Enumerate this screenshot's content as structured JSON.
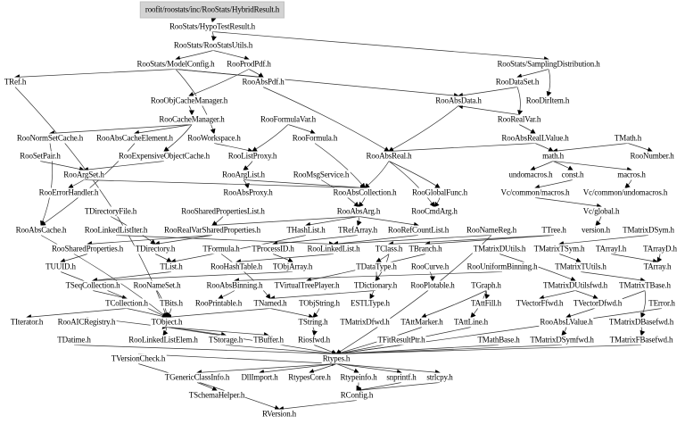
{
  "nodes": [
    "roofit/roostats/inc/RooStats/HybridResult.h",
    "RooStats/HypoTestResult.h",
    "RooStats/RooStatsUtils.h",
    "RooStats/ModelConfig.h",
    "RooProdPdf.h",
    "RooStats/SamplingDistribution.h",
    "TRef.h",
    "RooAbsPdf.h",
    "RooDataSet.h",
    "RooObjCacheManager.h",
    "RooAbsData.h",
    "RooDirItem.h",
    "RooCacheManager.h",
    "RooFormulaVar.h",
    "RooRealVar.h",
    "RooNormSetCache.h",
    "RooAbsCacheElement.h",
    "RooWorkspace.h",
    "RooFormula.h",
    "RooAbsRealLValue.h",
    "TMath.h",
    "RooSetPair.h",
    "RooExpensiveObjectCache.h",
    "RooListProxy.h",
    "RooAbsReal.h",
    "math.h",
    "RooNumber.h",
    "RooArgSet.h",
    "RooArgList.h",
    "RooMsgService.h",
    "undomacros.h",
    "const.h",
    "macros.h",
    "RooErrorHandler.h",
    "RooAbsProxy.h",
    "RooAbsCollection.h",
    "RooGlobalFunc.h",
    "Vc/common/macros.h",
    "Vc/common/undomacros.h",
    "TDirectoryFile.h",
    "RooSharedPropertiesList.h",
    "RooAbsArg.h",
    "RooCmdArg.h",
    "Vc/global.h",
    "RooAbsCache.h",
    "RooLinkedListIter.h",
    "RooRealVarSharedProperties.h",
    "THashList.h",
    "TRefArray.h",
    "RooRefCountList.h",
    "RooNameReg.h",
    "TTree.h",
    "version.h",
    "TMatrixDSym.h",
    "RooSharedProperties.h",
    "TDirectory.h",
    "TFormula.h",
    "TProcessID.h",
    "RooLinkedList.h",
    "TClass.h",
    "TBranch.h",
    "TMatrixDUtils.h",
    "TMatrixTSym.h",
    "TArrayI.h",
    "TArrayD.h",
    "TUUID.h",
    "TList.h",
    "RooHashTable.h",
    "TObjArray.h",
    "TDataType.h",
    "RooCurve.h",
    "RooUniformBinning.h",
    "TMatrixTUtils.h",
    "TArray.h",
    "TSeqCollection.h",
    "RooNameSet.h",
    "RooAbsBinning.h",
    "TVirtualTreePlayer.h",
    "TDictionary.h",
    "RooPlotable.h",
    "TGraph.h",
    "TMatrixDUtilsfwd.h",
    "TMatrixTBase.h",
    "TCollection.h",
    "TBits.h",
    "RooPrintable.h",
    "TNamed.h",
    "TObjString.h",
    "ESTLType.h",
    "TAttFill.h",
    "TVectorFfwd.h",
    "TVectorDfwd.h",
    "TError.h",
    "TIterator.h",
    "RooAICRegistry.h",
    "TObject.h",
    "TString.h",
    "TMatrixDfwd.h",
    "TAttMarker.h",
    "TAttLine.h",
    "RooAbsLValue.h",
    "TMatrixDBasefwd.h",
    "TDatime.h",
    "RooLinkedListElem.h",
    "TStorage.h",
    "TBuffer.h",
    "Riosfwd.h",
    "TFitResultPtr.h",
    "TMathBase.h",
    "TMatrixDSymfwd.h",
    "TMatrixFBasefwd.h",
    "TVersionCheck.h",
    "Rtypes.h",
    "TGenericClassInfo.h",
    "DllImport.h",
    "RtypesCore.h",
    "Rtypeinfo.h",
    "snprintf.h",
    "strlcpy.h",
    "TSchemaHelper.h",
    "RConfig.h",
    "RVersion.h"
  ],
  "edges": [
    [
      0,
      1
    ],
    [
      1,
      2
    ],
    [
      1,
      5
    ],
    [
      2,
      3
    ],
    [
      2,
      4
    ],
    [
      3,
      7
    ],
    [
      3,
      6
    ],
    [
      3,
      17
    ],
    [
      3,
      10
    ],
    [
      4,
      9
    ],
    [
      4,
      7
    ],
    [
      7,
      24
    ],
    [
      9,
      12
    ],
    [
      12,
      15
    ],
    [
      12,
      16
    ],
    [
      12,
      22
    ],
    [
      13,
      18
    ],
    [
      13,
      23
    ],
    [
      5,
      8
    ],
    [
      5,
      11
    ],
    [
      8,
      10
    ],
    [
      8,
      14
    ],
    [
      10,
      24
    ],
    [
      14,
      19
    ],
    [
      19,
      24
    ],
    [
      19,
      25
    ],
    [
      20,
      25
    ],
    [
      20,
      26
    ],
    [
      25,
      30
    ],
    [
      25,
      31
    ],
    [
      25,
      32
    ],
    [
      31,
      37
    ],
    [
      32,
      38
    ],
    [
      37,
      43
    ],
    [
      43,
      52
    ],
    [
      24,
      35
    ],
    [
      24,
      36
    ],
    [
      24,
      42
    ],
    [
      17,
      23
    ],
    [
      23,
      28
    ],
    [
      28,
      34
    ],
    [
      28,
      35
    ],
    [
      22,
      27
    ],
    [
      27,
      35
    ],
    [
      27,
      33
    ],
    [
      35,
      41
    ],
    [
      36,
      42
    ],
    [
      41,
      46
    ],
    [
      41,
      48
    ],
    [
      41,
      49
    ],
    [
      41,
      47
    ],
    [
      45,
      58
    ],
    [
      46,
      54
    ],
    [
      46,
      55
    ],
    [
      47,
      66
    ],
    [
      48,
      57
    ],
    [
      49,
      58
    ],
    [
      50,
      58
    ],
    [
      51,
      59
    ],
    [
      51,
      60
    ],
    [
      53,
      62
    ],
    [
      62,
      72
    ],
    [
      72,
      82
    ],
    [
      63,
      73
    ],
    [
      64,
      73
    ],
    [
      61,
      81
    ],
    [
      54,
      65
    ],
    [
      55,
      66
    ],
    [
      56,
      86
    ],
    [
      57,
      68
    ],
    [
      58,
      67
    ],
    [
      59,
      69
    ],
    [
      59,
      78
    ],
    [
      60,
      77
    ],
    [
      70,
      79
    ],
    [
      71,
      76
    ],
    [
      66,
      74
    ],
    [
      74,
      83
    ],
    [
      83,
      93
    ],
    [
      83,
      95
    ],
    [
      75,
      95
    ],
    [
      76,
      85
    ],
    [
      68,
      74
    ],
    [
      78,
      86
    ],
    [
      86,
      95
    ],
    [
      86,
      96
    ],
    [
      87,
      96
    ],
    [
      69,
      88
    ],
    [
      80,
      89
    ],
    [
      80,
      98
    ],
    [
      80,
      99
    ],
    [
      81,
      90
    ],
    [
      81,
      91
    ],
    [
      82,
      100
    ],
    [
      82,
      101
    ],
    [
      101,
      110
    ],
    [
      100,
      109
    ],
    [
      95,
      103
    ],
    [
      95,
      104
    ],
    [
      95,
      105
    ],
    [
      96,
      106
    ],
    [
      99,
      112
    ],
    [
      98,
      112
    ],
    [
      107,
      112
    ],
    [
      108,
      112
    ],
    [
      95,
      112
    ],
    [
      111,
      112
    ],
    [
      104,
      112
    ],
    [
      106,
      112
    ],
    [
      112,
      113
    ],
    [
      112,
      114
    ],
    [
      112,
      115
    ],
    [
      112,
      116
    ],
    [
      112,
      117
    ],
    [
      112,
      118
    ],
    [
      113,
      119
    ],
    [
      116,
      120
    ],
    [
      117,
      120
    ],
    [
      118,
      120
    ],
    [
      111,
      121
    ],
    [
      120,
      121
    ],
    [
      102,
      112
    ],
    [
      94,
      95
    ],
    [
      92,
      112
    ],
    [
      44,
      95
    ],
    [
      21,
      27
    ],
    [
      39,
      55
    ],
    [
      40,
      46
    ],
    [
      29,
      41
    ],
    [
      18,
      35
    ],
    [
      6,
      95
    ],
    [
      15,
      44
    ],
    [
      16,
      44
    ],
    [
      65,
      95
    ],
    [
      84,
      95
    ],
    [
      14,
      10
    ],
    [
      50,
      112
    ],
    [
      109,
      112
    ],
    [
      110,
      112
    ]
  ]
}
